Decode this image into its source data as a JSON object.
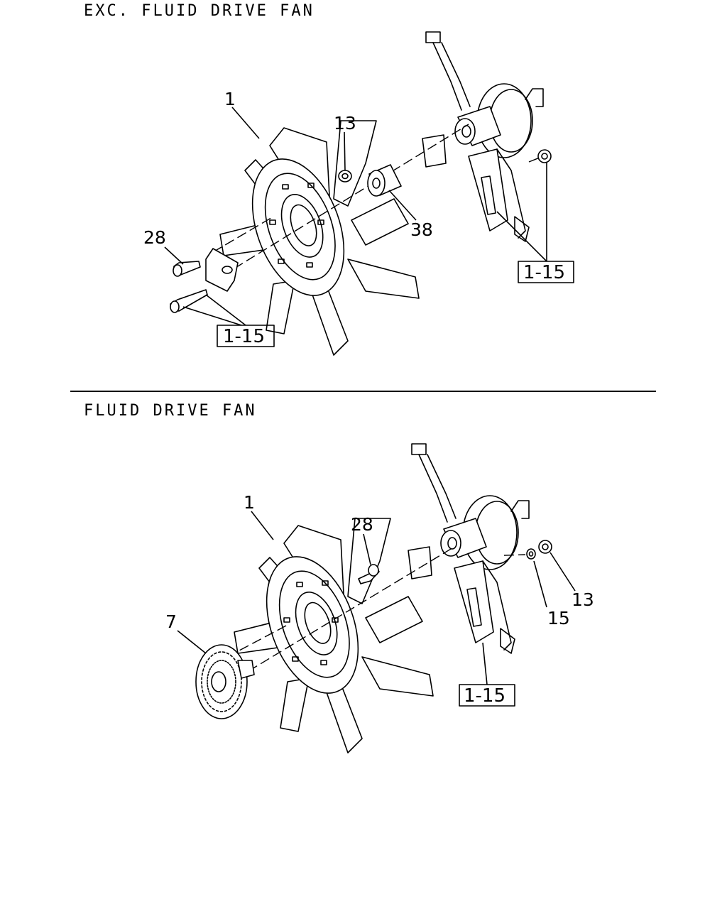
{
  "sections": [
    {
      "title": "EXC. FLUID DRIVE FAN",
      "callouts": [
        "1",
        "13",
        "38",
        "28"
      ],
      "refs": [
        "1-15",
        "1-15"
      ]
    },
    {
      "title": "FLUID DRIVE FAN",
      "callouts": [
        "1",
        "28",
        "7",
        "15",
        "13"
      ],
      "refs": [
        "1-15"
      ]
    }
  ]
}
